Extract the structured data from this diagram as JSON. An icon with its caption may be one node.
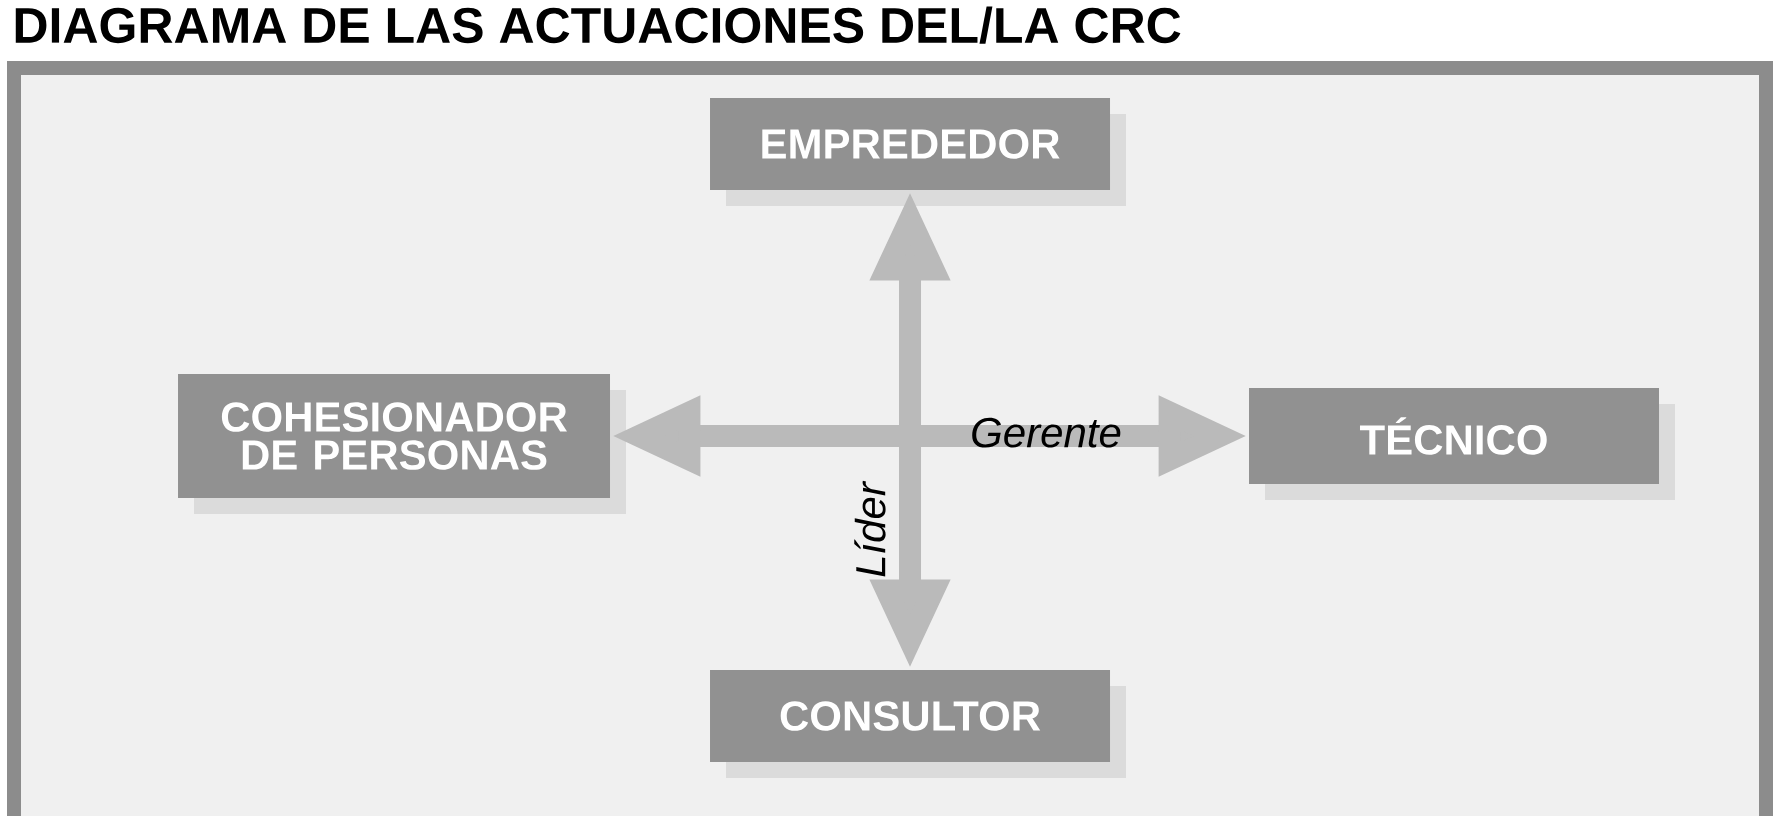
{
  "diagram": {
    "title": "DIAGRAMA DE LAS ACTUACIONES DEL/LA CRC",
    "nodes": [
      {
        "text": [
          "EMPREDEDOR"
        ]
      },
      {
        "text": [
          "COHESIONADOR DE PERSONAS"
        ]
      },
      {
        "text": [
          "TÉCNICO"
        ]
      },
      {
        "text": [
          "CONSULTOR"
        ]
      }
    ],
    "edges": [
      {
        "from": 0,
        "to": 3,
        "arrow": "both",
        "label": "Líder"
      },
      {
        "from": 1,
        "to": 2,
        "arrow": "both",
        "label": "Gerente"
      }
    ]
  }
}
